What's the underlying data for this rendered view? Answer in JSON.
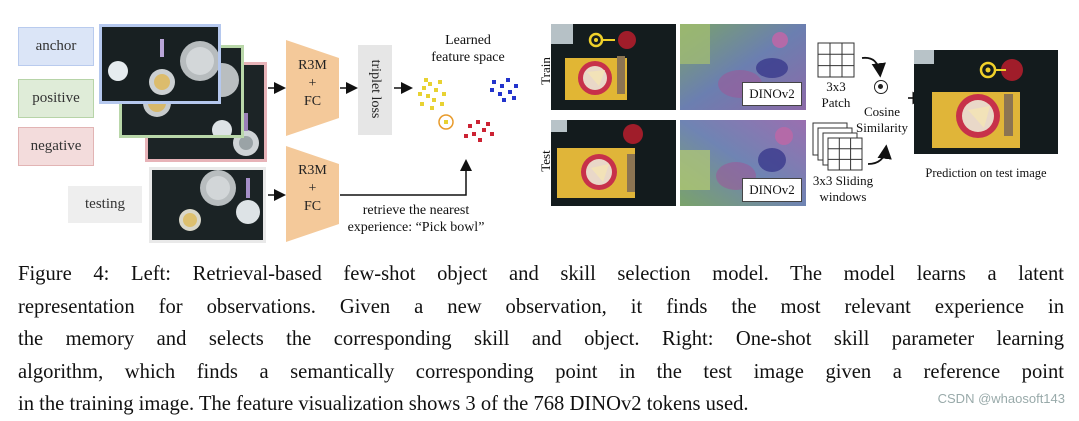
{
  "left_panel": {
    "labels": {
      "anchor": "anchor",
      "positive": "positive",
      "negative": "negative",
      "testing": "testing"
    },
    "encoder_label": "R3M + FC",
    "encoder_lines": [
      "R3M",
      "+",
      "FC"
    ],
    "loss_label": "triplet loss",
    "feature_space_title": "Learned feature space",
    "feature_space_lines": [
      "Learned",
      "feature space"
    ],
    "retrieve_text_lines": [
      "retrieve the nearest",
      "experience: “Pick bowl”"
    ]
  },
  "right_panel": {
    "row_labels": {
      "train": "Train",
      "test": "Test"
    },
    "dinov2_tag": "DINOv2",
    "patch_text_lines": [
      "3x3",
      "Patch"
    ],
    "sliding_text_lines": [
      "3x3 Sliding",
      "windows"
    ],
    "cosine_text_lines": [
      "Cosine",
      "Similarity"
    ],
    "prediction_label": "Prediction on test image"
  },
  "caption": {
    "lines": [
      "Figure 4: Left: Retrieval-based few-shot object and skill selection model. The model learns a latent",
      "representation for observations.  Given a new observation, it finds the most relevant experience in",
      "the memory and selects the corresponding skill and object. Right: One-shot skill parameter learning",
      "algorithm, which finds a semantically corresponding point in the test image given a reference point",
      "in the training image. The feature visualization shows 3 of the 768 DINOv2 tokens used."
    ]
  },
  "watermark": "CSDN @whaosoft143",
  "colors": {
    "anchor_bg": "#dbe5f7",
    "anchor_border": "#b9cbee",
    "positive_bg": "#dfecd8",
    "positive_border": "#b7d4a8",
    "negative_bg": "#f3dcdc",
    "negative_border": "#e2b4b4",
    "testing_bg": "#eeeeee",
    "encoder": "#f4c99a",
    "loss_box": "#e6e6e6",
    "yellow_points": "#e8d232",
    "blue_points": "#2233cc",
    "red_points": "#cc2233"
  }
}
